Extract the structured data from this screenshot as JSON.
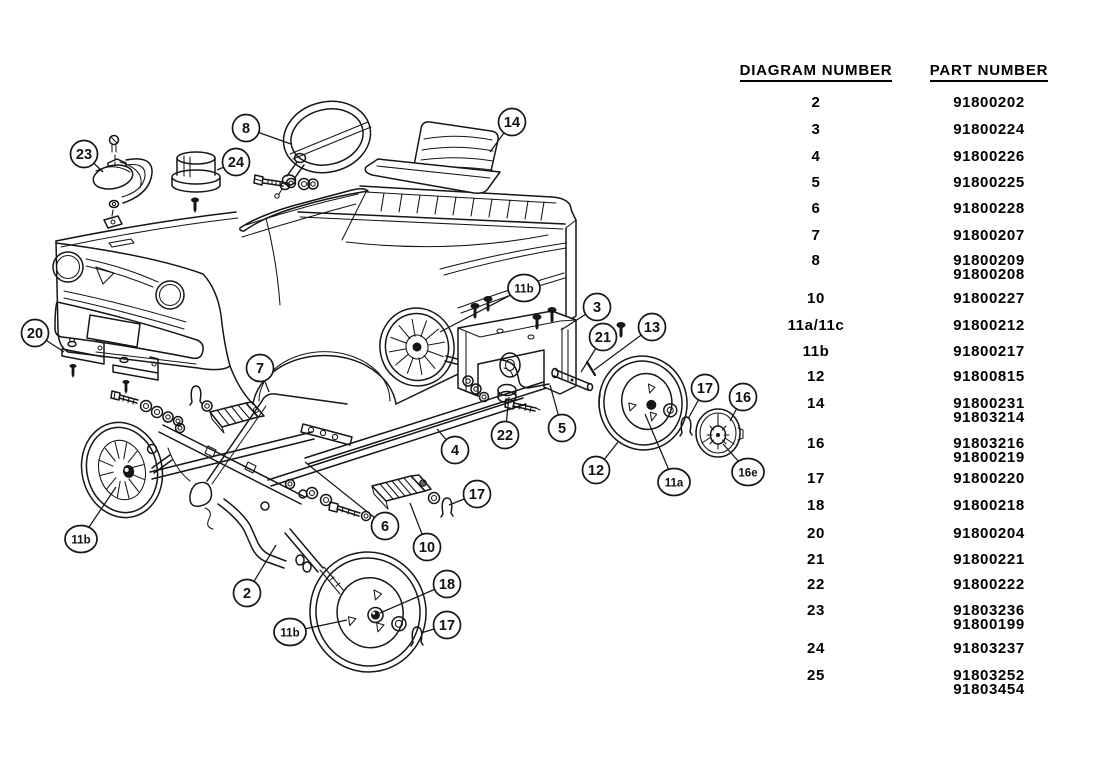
{
  "table": {
    "col1_header": "DIAGRAM NUMBER",
    "col2_header": "PART NUMBER",
    "rows": [
      {
        "diagram": "2",
        "parts": [
          "91800202"
        ]
      },
      {
        "diagram": "3",
        "parts": [
          "91800224"
        ]
      },
      {
        "diagram": "4",
        "parts": [
          "91800226"
        ]
      },
      {
        "diagram": "5",
        "parts": [
          "91800225"
        ]
      },
      {
        "diagram": "6",
        "parts": [
          "91800228"
        ]
      },
      {
        "diagram": "7",
        "parts": [
          "91800207"
        ]
      },
      {
        "diagram": "8",
        "parts": [
          "91800209",
          "91800208"
        ]
      },
      {
        "diagram": "10",
        "parts": [
          "91800227"
        ]
      },
      {
        "diagram": "11a/11c",
        "parts": [
          "91800212"
        ]
      },
      {
        "diagram": "11b",
        "parts": [
          "91800217"
        ]
      },
      {
        "diagram": "12",
        "parts": [
          "91800815"
        ]
      },
      {
        "diagram": "14",
        "parts": [
          "91800231",
          "91803214"
        ]
      },
      {
        "diagram": "16",
        "parts": [
          "91803216",
          "91800219"
        ]
      },
      {
        "diagram": "17",
        "parts": [
          "91800220"
        ]
      },
      {
        "diagram": "18",
        "parts": [
          "91800218"
        ]
      },
      {
        "diagram": "20",
        "parts": [
          "91800204"
        ]
      },
      {
        "diagram": "21",
        "parts": [
          "91800221"
        ]
      },
      {
        "diagram": "22",
        "parts": [
          "91800222"
        ]
      },
      {
        "diagram": "23",
        "parts": [
          "91803236",
          "91800199"
        ]
      },
      {
        "diagram": "24",
        "parts": [
          "91803237"
        ]
      },
      {
        "diagram": "25",
        "parts": [
          "91803252",
          "91803454"
        ]
      }
    ]
  },
  "callouts": [
    {
      "label": "23"
    },
    {
      "label": "8"
    },
    {
      "label": "24"
    },
    {
      "label": "14"
    },
    {
      "label": "20"
    },
    {
      "label": "11b"
    },
    {
      "label": "3"
    },
    {
      "label": "21"
    },
    {
      "label": "13"
    },
    {
      "label": "7"
    },
    {
      "label": "4"
    },
    {
      "label": "22"
    },
    {
      "label": "5"
    },
    {
      "label": "17"
    },
    {
      "label": "16"
    },
    {
      "label": "12"
    },
    {
      "label": "11a"
    },
    {
      "label": "16e"
    },
    {
      "label": "6"
    },
    {
      "label": "10"
    },
    {
      "label": "17"
    },
    {
      "label": "11b"
    },
    {
      "label": "2"
    },
    {
      "label": "18"
    },
    {
      "label": "11b"
    },
    {
      "label": "17"
    }
  ],
  "colors": {
    "line": "#161616",
    "background": "#ffffff"
  }
}
